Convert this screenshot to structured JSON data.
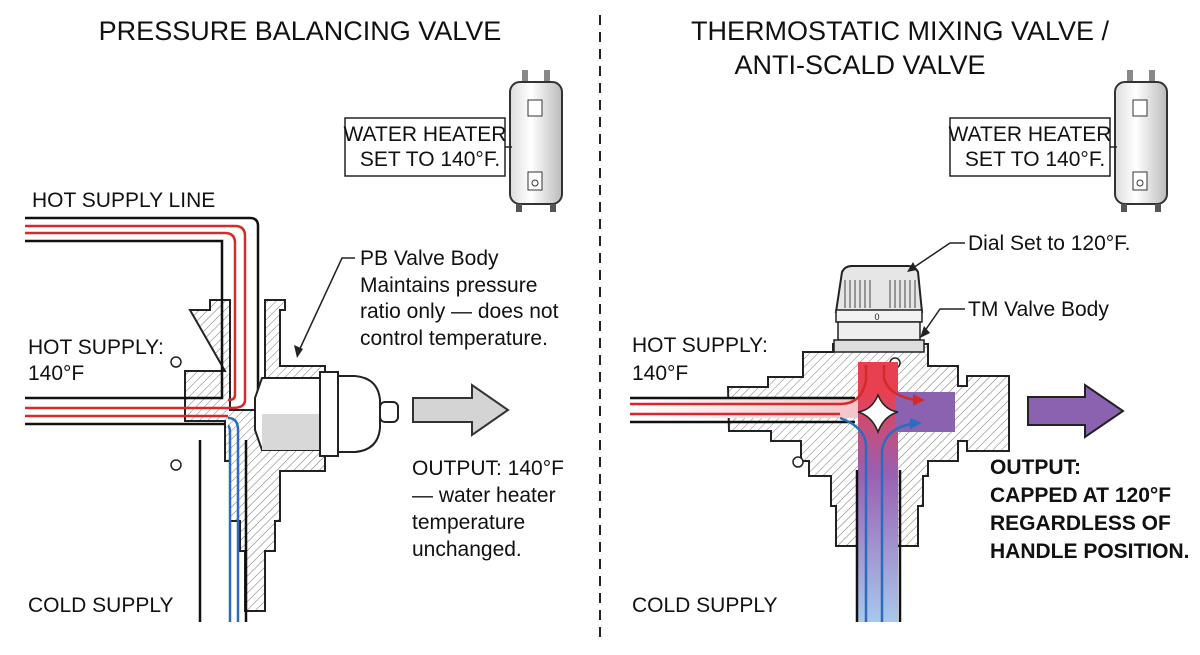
{
  "left": {
    "title": "PRESSURE BALANCING VALVE",
    "heater_label": [
      "WATER HEATER",
      "SET TO 140°F."
    ],
    "hot_supply_line": "HOT SUPPLY LINE",
    "hot_supply": [
      "HOT SUPPLY:",
      "140°F"
    ],
    "valve_callout": [
      "PB Valve Body",
      "Maintains pressure",
      "ratio only — does not",
      "control temperature."
    ],
    "output": [
      "OUTPUT: 140°F",
      "— water heater",
      "temperature",
      "unchanged."
    ],
    "cold_supply": "COLD SUPPLY"
  },
  "right": {
    "title": [
      "THERMOSTATIC MIXING VALVE /",
      "ANTI-SCALD VALVE"
    ],
    "heater_label": [
      "WATER HEATER",
      "SET TO 140°F."
    ],
    "dial_callout": "Dial Set to 120°F.",
    "dial_mark": "0",
    "valve_callout": "TM Valve Body",
    "hot_supply": [
      "HOT SUPPLY:",
      "140°F"
    ],
    "output": [
      "OUTPUT:",
      "CAPPED AT 120°F",
      "REGARDLESS OF",
      "HANDLE POSITION."
    ],
    "cold_supply": "COLD SUPPLY"
  },
  "colors": {
    "hot": "#d42a2a",
    "cold": "#2a6cc0",
    "mixed": "#8a62b0",
    "neutral_arrow": "#d4d4d4"
  }
}
